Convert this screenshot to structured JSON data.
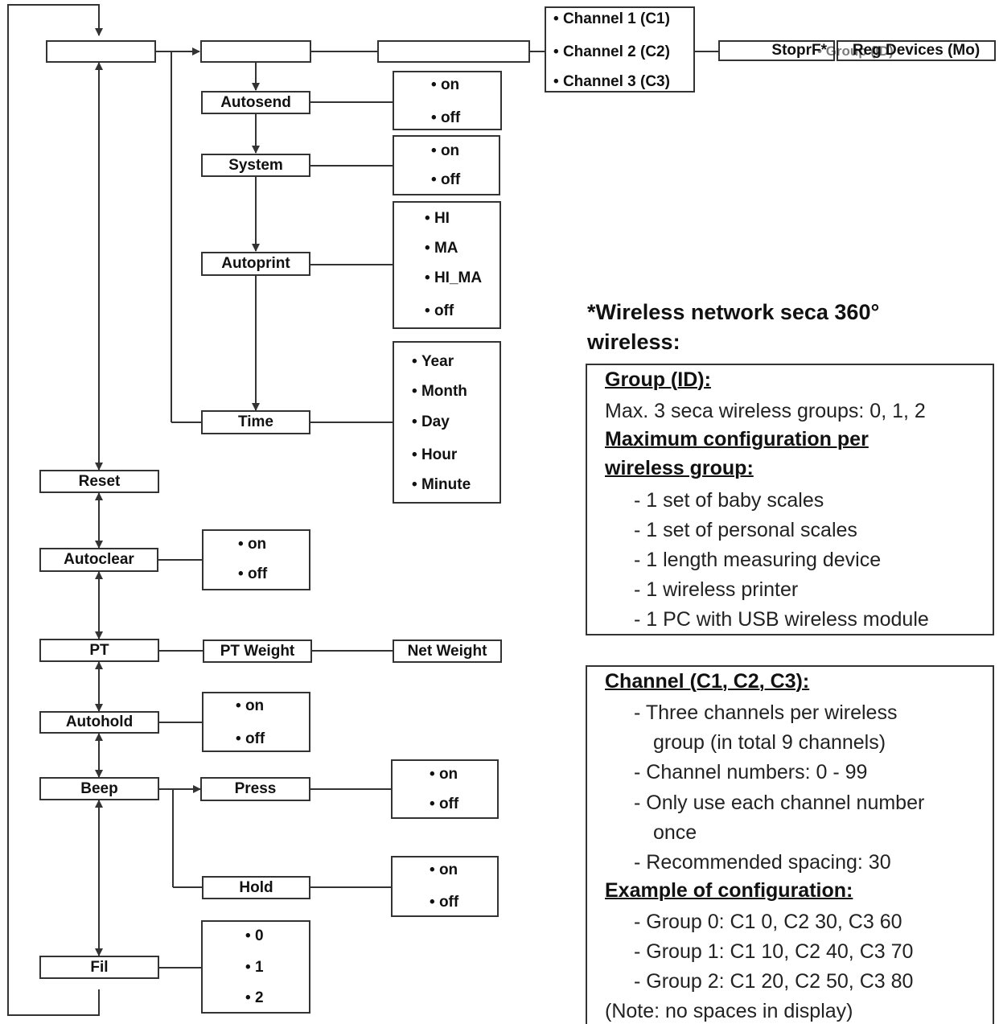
{
  "menu": {
    "top_branch": {
      "channels": [
        "Channel 1 (C1)",
        "Channel 2 (C2)",
        "Channel 3 (C3)"
      ],
      "overlap_labels": [
        "StoprF*",
        "Group (ID)",
        "Reg Devices (Mo)"
      ]
    },
    "settings": [
      {
        "label": "Autosend",
        "options": [
          "on",
          "off"
        ]
      },
      {
        "label": "System",
        "options": [
          "on",
          "off"
        ]
      },
      {
        "label": "Autoprint",
        "options": [
          "HI",
          "MA",
          "HI_MA",
          "off"
        ]
      },
      {
        "label": "Time",
        "options": [
          "Year",
          "Month",
          "Day",
          "Hour",
          "Minute"
        ]
      }
    ],
    "reset": {
      "label": "Reset"
    },
    "autoclear": {
      "label": "Autoclear",
      "options": [
        "on",
        "off"
      ]
    },
    "pt": {
      "label": "PT",
      "weight": "PT Weight",
      "net": "Net Weight"
    },
    "autohold": {
      "label": "Autohold",
      "options": [
        "on",
        "off"
      ]
    },
    "beep": {
      "label": "Beep",
      "press": {
        "label": "Press",
        "options": [
          "on",
          "off"
        ]
      },
      "hold": {
        "label": "Hold",
        "options": [
          "on",
          "off"
        ]
      }
    },
    "fil": {
      "label": "Fil",
      "options": [
        "0",
        "1",
        "2"
      ]
    }
  },
  "notes": {
    "title_line1": "*Wireless network seca 360°",
    "title_line2": "wireless:",
    "group": {
      "heading": "Group (ID):",
      "max_groups": "Max. 3 seca wireless groups: 0, 1, 2",
      "config_heading_line1": "Maximum configuration per",
      "config_heading_line2": "wireless group:",
      "items": [
        "- 1 set of baby scales",
        "- 1 set of personal scales",
        "- 1 length measuring device",
        "- 1 wireless printer",
        "- 1 PC with USB wireless module"
      ]
    },
    "channel": {
      "heading": "Channel (C1, C2, C3):",
      "items": [
        "- Three channels per wireless",
        "group (in total 9 channels)",
        "- Channel numbers: 0 - 99",
        "- Only use each channel number",
        "once",
        "- Recommended spacing: 30"
      ],
      "example_heading": "Example of configuration:",
      "examples": [
        "- Group 0: C1 0, C2 30, C3 60",
        "- Group 1: C1 10, C2 40, C3 70",
        "- Group 2: C1 20, C2 50, C3 80"
      ],
      "note": "(Note: no spaces in display)"
    }
  }
}
